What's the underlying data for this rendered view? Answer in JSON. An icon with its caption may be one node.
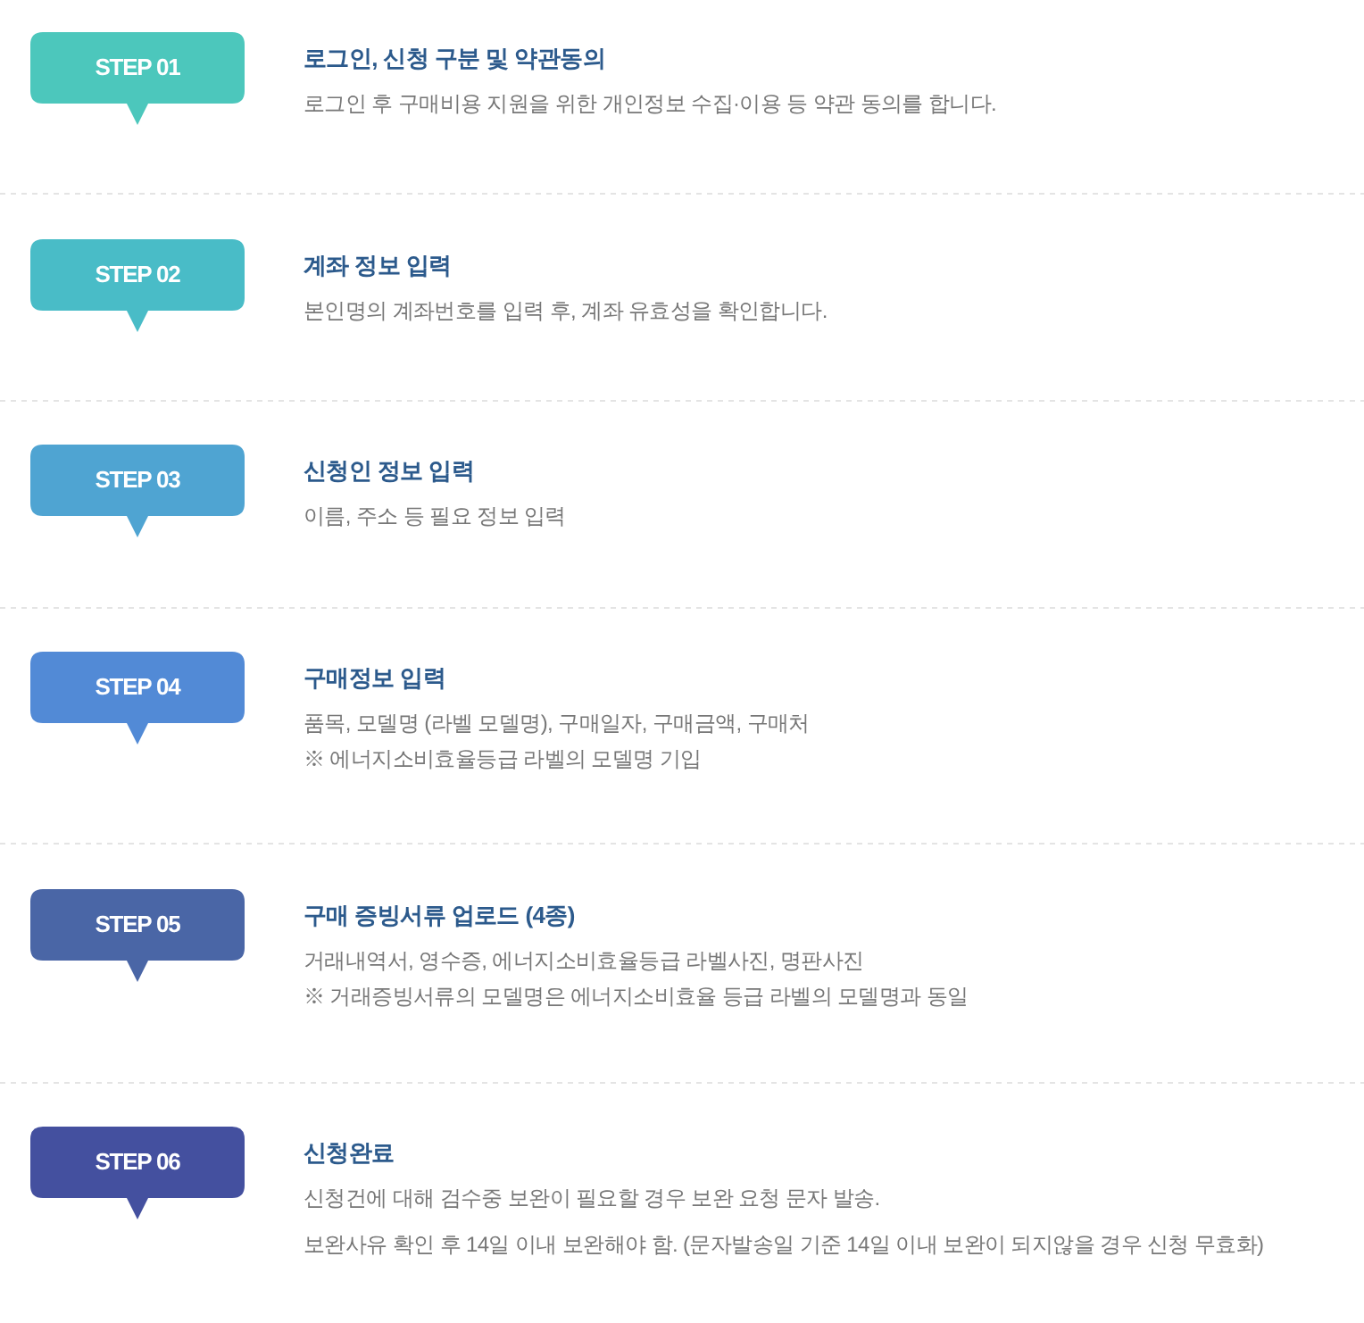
{
  "diagram": {
    "nodes": [
      {
        "text": [
          "STEP 01"
        ],
        "beside": [
          "로그인, 신청 구분 및 약관동의",
          "로그인 후 구매비용 지원을 위한 개인정보 수집·이용 등 약관 동의를 합니다."
        ]
      },
      {
        "text": [
          "STEP 02"
        ],
        "beside": [
          "계좌 정보 입력",
          "본인명의 계좌번호를 입력 후, 계좌 유효성을 확인합니다."
        ]
      },
      {
        "text": [
          "STEP 03"
        ],
        "beside": [
          "신청인 정보 입력",
          "이름, 주소 등 필요 정보 입력"
        ]
      },
      {
        "text": [
          "STEP 04"
        ],
        "beside": [
          "구매정보 입력",
          "품목, 모델명 (라벨 모델명), 구매일자, 구매금액, 구매처",
          "※ 에너지소비효율등급 라벨의 모델명 기입"
        ]
      },
      {
        "text": [
          "STEP 05"
        ],
        "beside": [
          "구매 증빙서류 업로드 (4종)",
          "거래내역서, 영수증, 에너지소비효율등급 라벨사진, 명판사진",
          "※ 거래증빙서류의 모델명은 에너지소비효율 등급 라벨의 모델명과 동일"
        ]
      },
      {
        "text": [
          "STEP 06"
        ],
        "beside": [
          "신청완료",
          "신청건에 대해 검수중 보완이 필요할 경우 보완 요청 문자 발송.",
          "보완사유 확인 후 14일 이내 보완해야 함. (문자발송일 기준 14일 이내 보완이 되지않을 경우 신청 무효화)"
        ]
      }
    ]
  }
}
